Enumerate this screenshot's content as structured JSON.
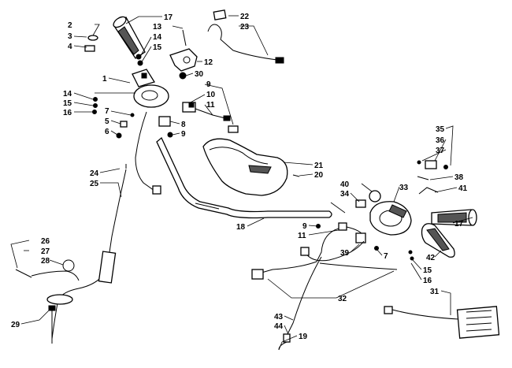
{
  "colors": {
    "ink": "#000000",
    "paper": "#ffffff"
  },
  "callouts": {
    "c1": "1",
    "c2": "2",
    "c3": "3",
    "c4": "4",
    "c5": "5",
    "c6": "6",
    "c7a": "7",
    "c7b": "7",
    "c8": "8",
    "c9a": "9",
    "c9b": "9",
    "c9c": "9",
    "c10": "10",
    "c11a": "11",
    "c11b": "11",
    "c12": "12",
    "c13": "13",
    "c14a": "14",
    "c14b": "14",
    "c15a": "15",
    "c15b": "15",
    "c15c": "15",
    "c16a": "16",
    "c16b": "16",
    "c17a": "17",
    "c17b": "17",
    "c18": "18",
    "c19": "19",
    "c20": "20",
    "c21": "21",
    "c22": "22",
    "c23": "23",
    "c24": "24",
    "c25": "25",
    "c26": "26",
    "c27": "27",
    "c28": "28",
    "c29": "29",
    "c30": "30",
    "c31": "31",
    "c32": "32",
    "c33": "33",
    "c34": "34",
    "c35": "35",
    "c36": "36",
    "c37": "37",
    "c38": "38",
    "c39": "39",
    "c40": "40",
    "c41": "41",
    "c42": "42",
    "c43": "43",
    "c44": "44"
  }
}
